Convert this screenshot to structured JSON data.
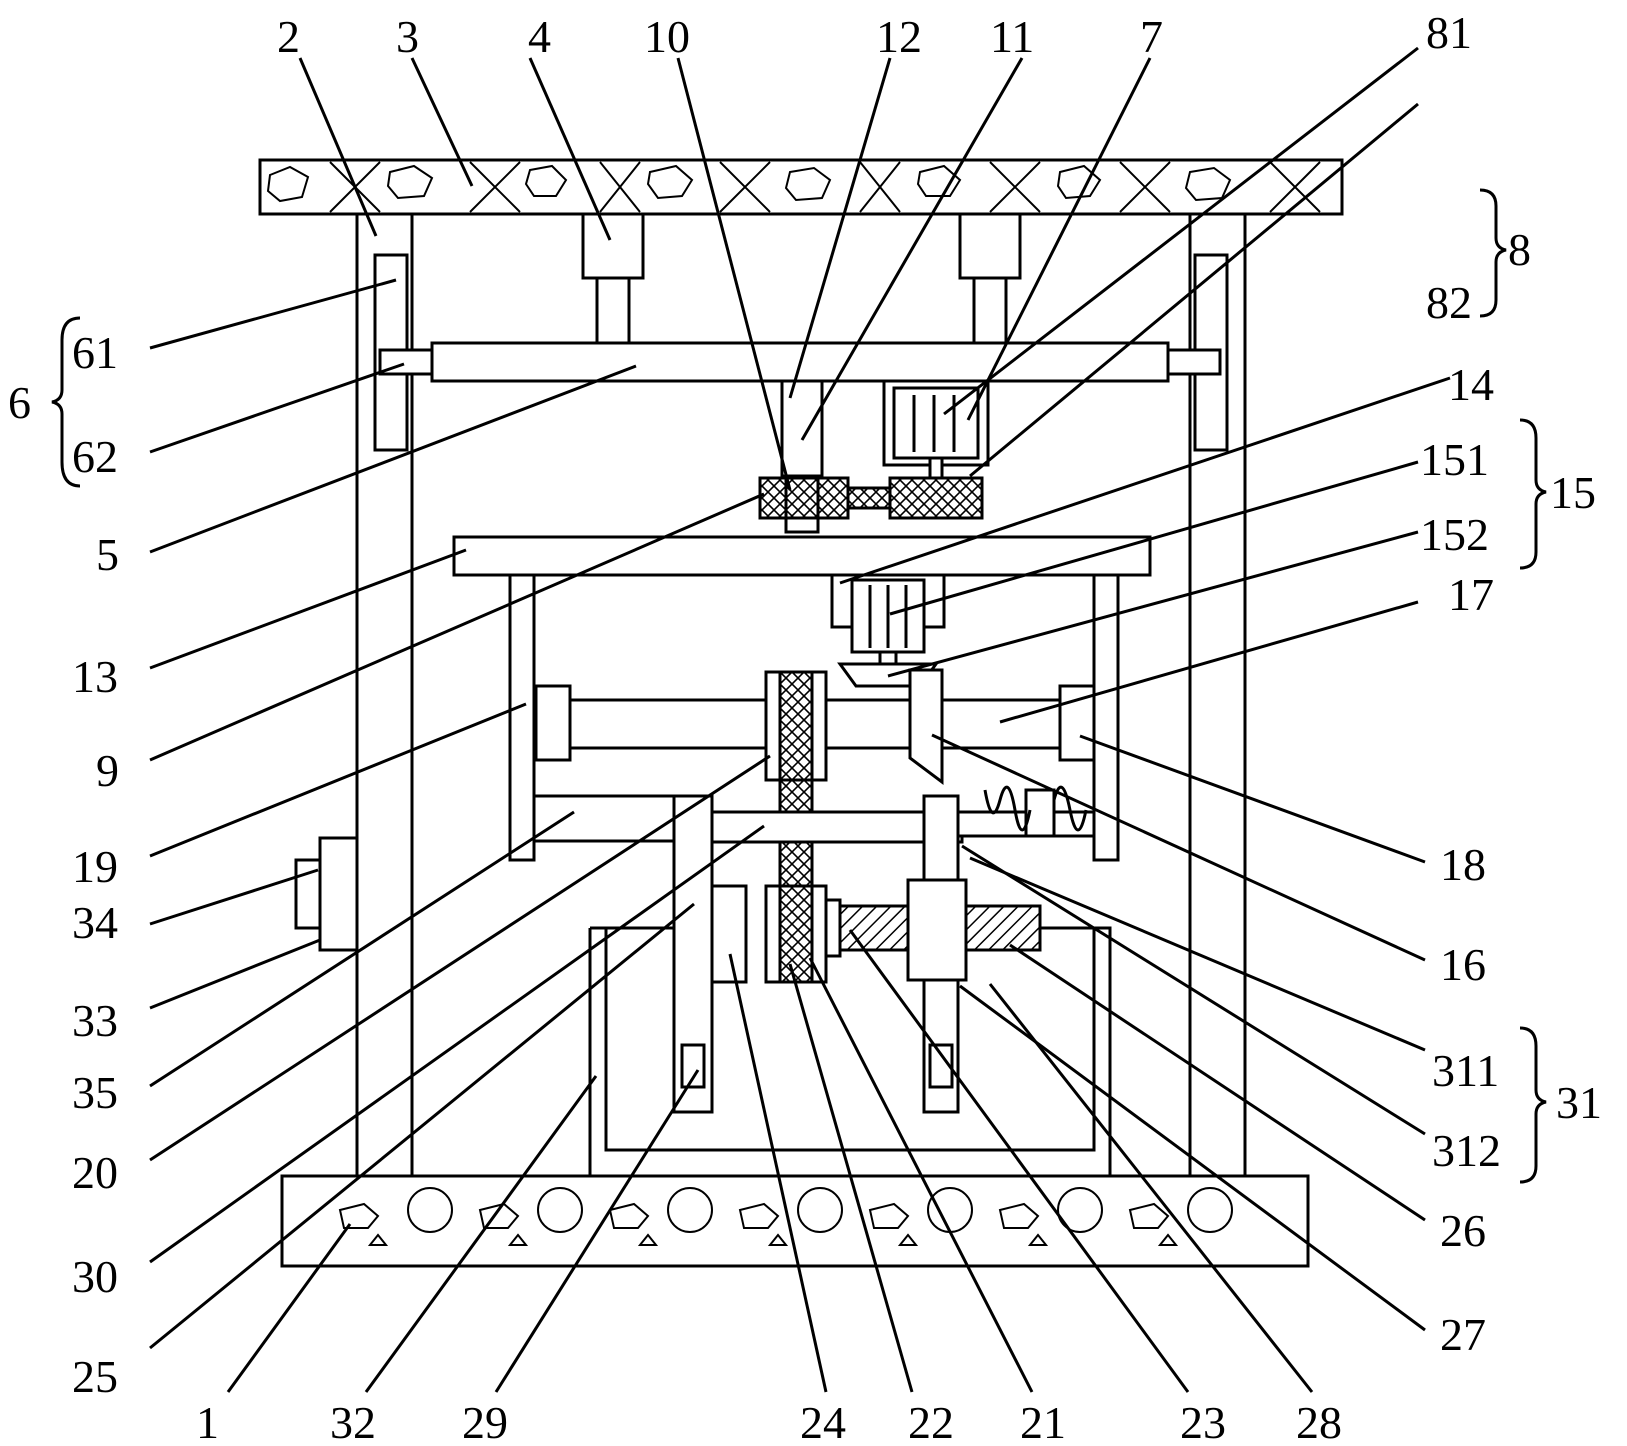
{
  "labels": {
    "l1": "1",
    "l2": "2",
    "l3": "3",
    "l4": "4",
    "l5": "5",
    "l6": "6",
    "l7": "7",
    "l8": "8",
    "l9": "9",
    "l10": "10",
    "l11": "11",
    "l12": "12",
    "l13": "13",
    "l14": "14",
    "l15": "15",
    "l16": "16",
    "l17": "17",
    "l18": "18",
    "l19": "19",
    "l20": "20",
    "l21": "21",
    "l22": "22",
    "l23": "23",
    "l24": "24",
    "l25": "25",
    "l26": "26",
    "l27": "27",
    "l28": "28",
    "l29": "29",
    "l30": "30",
    "l31": "31",
    "l32": "32",
    "l33": "33",
    "l34": "34",
    "l35": "35",
    "l61": "61",
    "l62": "62",
    "l81": "81",
    "l82": "82",
    "l151": "151",
    "l152": "152",
    "l311": "311",
    "l312": "312"
  }
}
